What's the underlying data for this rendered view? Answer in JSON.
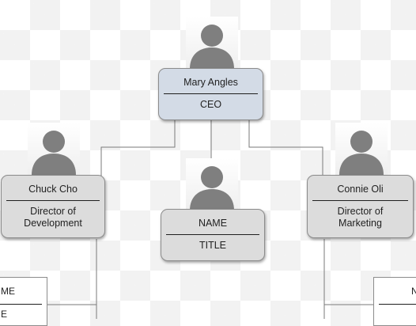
{
  "chart": {
    "ceo": {
      "name": "Mary Angles",
      "title": "CEO"
    },
    "left": {
      "name": "Chuck Cho",
      "title": "Director of Development"
    },
    "center": {
      "name": "NAME",
      "title": "TITLE"
    },
    "right": {
      "name": "Connie Oli",
      "title": "Director of Marketing"
    },
    "partial_left": {
      "name": "ME",
      "title": "E"
    },
    "partial_right": {
      "name": "N"
    }
  },
  "colors": {
    "exec_card": "#d3dbe6",
    "card": "#dcdcdc",
    "connector": "#7a7a7a",
    "silhouette": "#7f7f7f"
  },
  "icons": [
    "person-silhouette-icon"
  ]
}
